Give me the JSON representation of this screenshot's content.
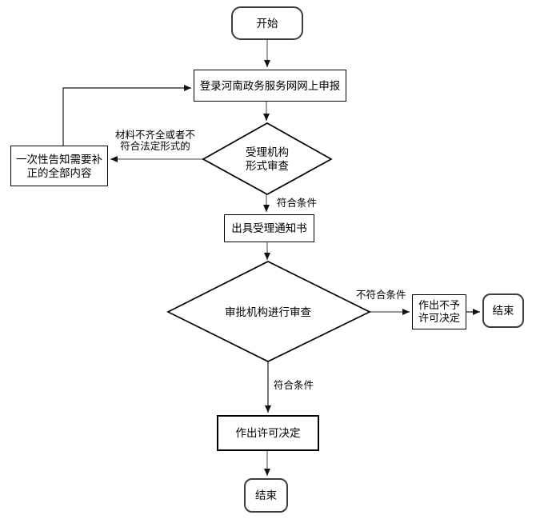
{
  "diagram": {
    "type": "flowchart",
    "background": "#ffffff",
    "nodes": {
      "start": {
        "label": "开始",
        "shape": "rounded-terminal"
      },
      "login": {
        "label": "登录河南政务服务网网上申报",
        "shape": "process"
      },
      "form_review": {
        "label": "受理机构\n形式审查",
        "shape": "decision"
      },
      "notify_correction": {
        "label": "一次性告知需要补\n正的全部内容",
        "shape": "process"
      },
      "issue_notice": {
        "label": "出具受理通知书",
        "shape": "process"
      },
      "approval_review": {
        "label": "审批机构进行审查",
        "shape": "decision"
      },
      "deny_decision": {
        "label": "作出不予\n许可决定",
        "shape": "process"
      },
      "end_right": {
        "label": "结束",
        "shape": "rounded-terminal"
      },
      "approve_decision": {
        "label": "作出许可决定",
        "shape": "process"
      },
      "end_bottom": {
        "label": "结束",
        "shape": "rounded-terminal"
      }
    },
    "edge_labels": {
      "materials_incomplete": "材料不齐全或者不\n符合法定形式的",
      "meets_conditions_1": "符合条件",
      "not_meet_conditions": "不符合条件",
      "meets_conditions_2": "符合条件"
    },
    "colors": {
      "connector_gray": "#808080",
      "connector_black": "#1a1a1a",
      "arrowhead": "#111111",
      "shape_border": "#000000",
      "terminal_border": "#3d3d3d"
    }
  }
}
